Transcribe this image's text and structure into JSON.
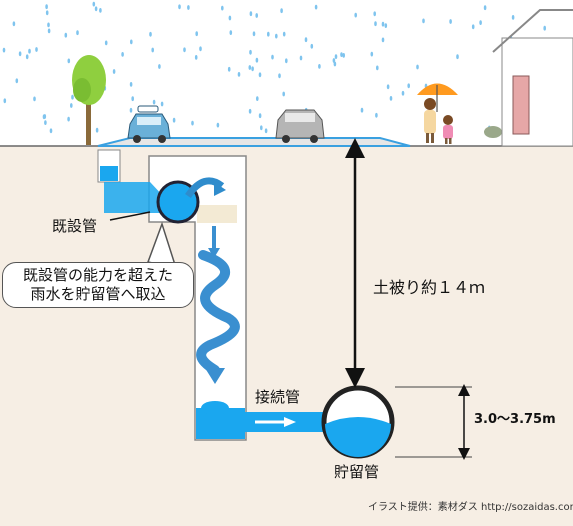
{
  "labels": {
    "existing_pipe": "既設管",
    "callout_line1": "既設管の能力を超えた",
    "callout_line2": "雨水を貯留管へ取込",
    "cover_depth": "土被り約１４ｍ",
    "connecting_pipe": "接続管",
    "storage_pipe": "貯留管",
    "diameter": "3.0～3.75m",
    "credit": "イラスト提供：素材ダス http://sozaidas.com/"
  },
  "colors": {
    "water": "#1aa7ef",
    "flow_arrow": "#3a8fd0",
    "ground": "#f6eee4",
    "road": "#e8e8e8",
    "shaft_wall": "#888888"
  },
  "icons": [
    "rain-drop-icon",
    "tree-icon",
    "taxi-icon",
    "car-icon",
    "umbrella-icon",
    "house-icon"
  ]
}
